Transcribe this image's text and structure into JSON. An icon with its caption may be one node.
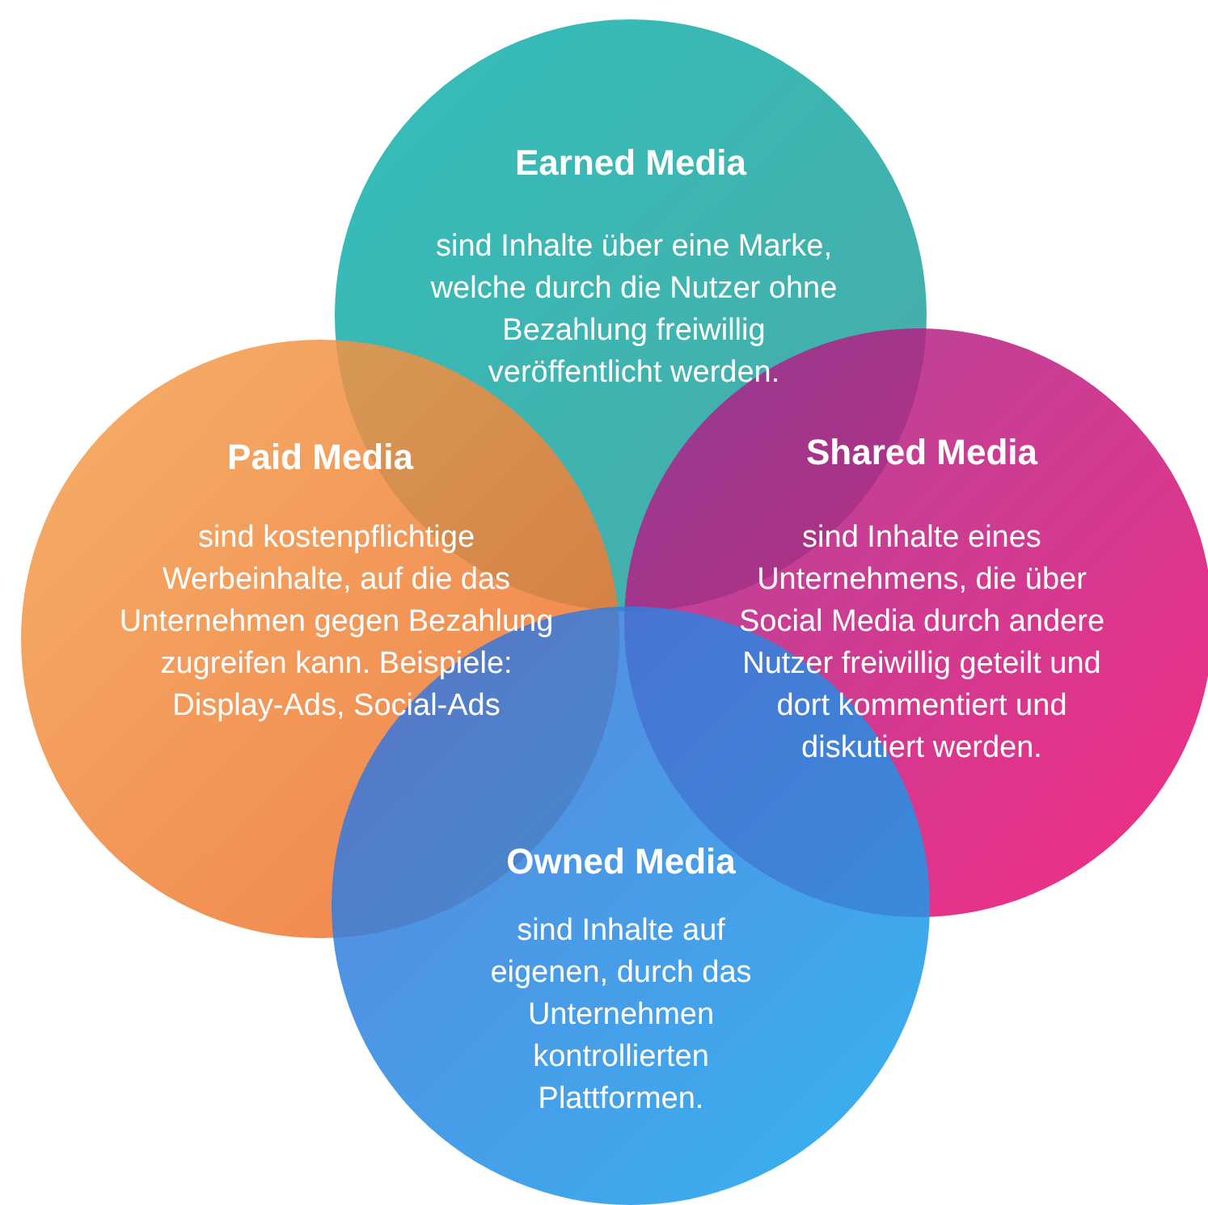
{
  "diagram": {
    "nodes": [
      {
        "text": [
          "Earned Media",
          "sind Inhalte über eine Marke, welche durch die Nutzer ohne Bezahlung freiwillig veröffentlicht werden."
        ]
      },
      {
        "text": [
          "Paid Media",
          "sind kostenpflichtige Werbeinhalte, auf die das Unternehmen gegen Bezahlung zugreifen kann. Beispiele: Display-Ads, Social-Ads"
        ]
      },
      {
        "text": [
          "Shared Media",
          "sind Inhalte eines Unternehmens, die über Social Media durch andere Nutzer freiwillig geteilt und dort kommentiert und diskutiert werden."
        ]
      },
      {
        "text": [
          "Owned Media",
          "sind Inhalte auf eigenen, durch das Unternehmen kontrollierten Plattformen."
        ]
      }
    ]
  }
}
